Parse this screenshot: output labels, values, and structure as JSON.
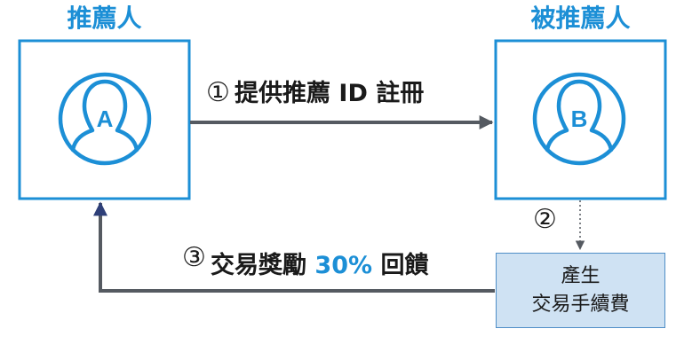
{
  "referrer": {
    "title": "推薦人",
    "avatar_letter": "A"
  },
  "referee": {
    "title": "被推薦人",
    "avatar_letter": "B"
  },
  "step1": {
    "number": "①",
    "text": "提供推薦 ID 註冊"
  },
  "step2": {
    "number": "②"
  },
  "step3": {
    "number": "③",
    "text_before": "交易獎勵 ",
    "highlight": "30%",
    "text_after": " 回饋"
  },
  "fee_box": {
    "line1": "產生",
    "line2": "交易手續費"
  },
  "colors": {
    "accent": "#1c8fd6",
    "box_fill": "#cfe2f3",
    "box_border": "#4f8ec7",
    "arrow": "#555a61",
    "arrow_head_up": "#2e3f78"
  },
  "icons": {
    "referrer_avatar": "person-avatar-icon",
    "referee_avatar": "person-avatar-icon"
  }
}
